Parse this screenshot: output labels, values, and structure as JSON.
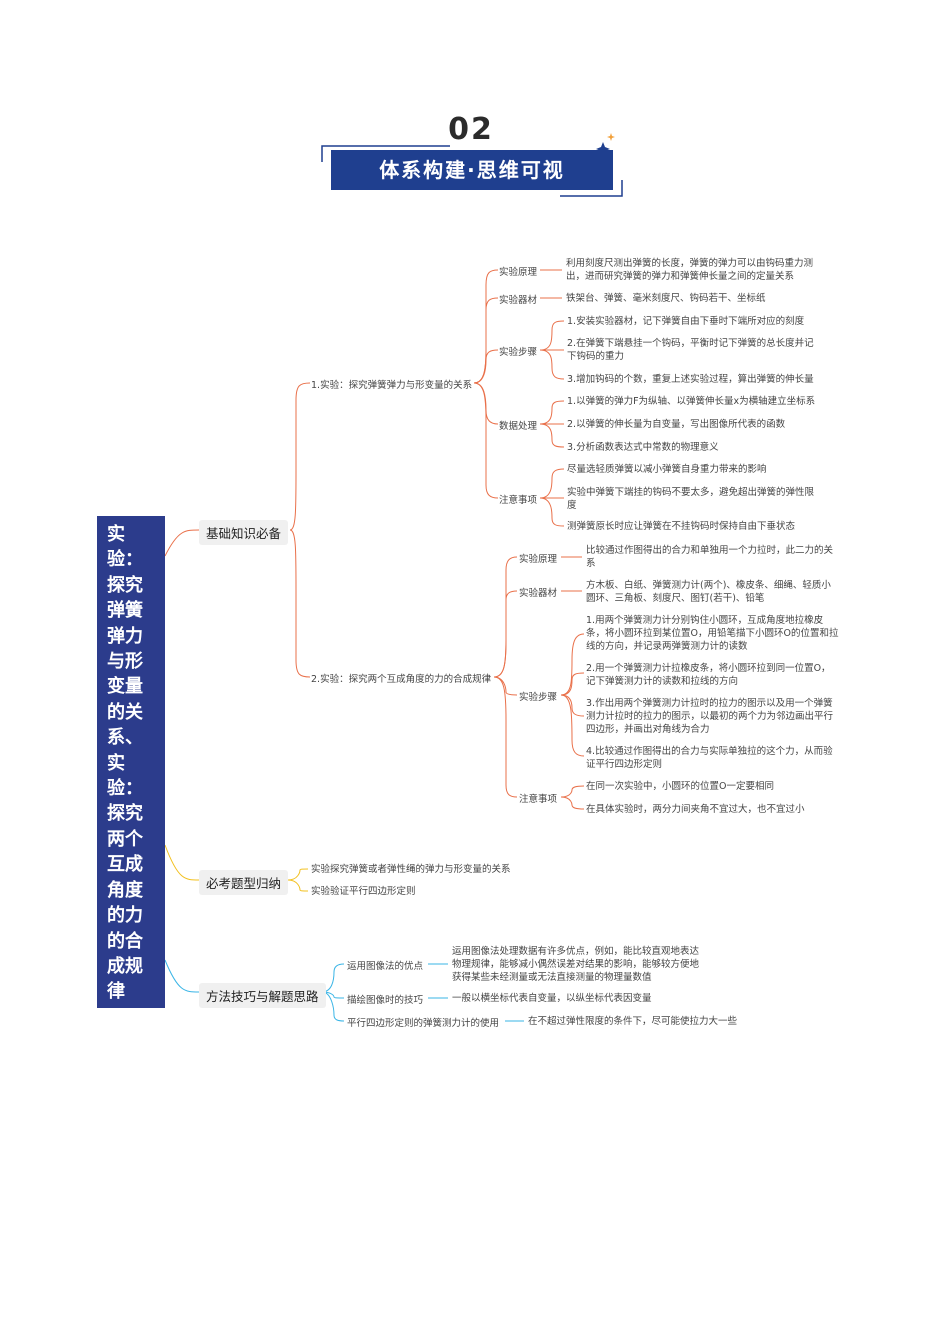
{
  "header": {
    "number": "02",
    "banner": "体系构建·思维可视"
  },
  "root": "实验：探究弹簧弹力与形变量的关系、实验：探究两个互成角度的力的合成规律",
  "colors": {
    "banner_bg": "#1f3f8f",
    "root_bg": "#2c3c8c",
    "branch_orange": "#e9704a",
    "branch_yellow": "#f2c01e",
    "branch_cyan": "#3ab5e6"
  },
  "branches": {
    "basic": {
      "label": "基础知识必备",
      "exp1": {
        "label": "1.实验：探究弹簧弹力与形变量的关系",
        "principle_label": "实验原理",
        "principle": "利用刻度尺测出弹簧的长度，弹簧的弹力可以由钩码重力测出，进而研究弹簧的弹力和弹簧伸长量之间的定量关系",
        "equipment_label": "实验器材",
        "equipment": "铁架台、弹簧、毫米刻度尺、钩码若干、坐标纸",
        "steps_label": "实验步骤",
        "steps": [
          "1.安装实验器材，记下弹簧自由下垂时下端所对应的刻度",
          "2.在弹簧下端悬挂一个钩码，平衡时记下弹簧的总长度并记下钩码的重力",
          "3.增加钩码的个数，重复上述实验过程，算出弹簧的伸长量"
        ],
        "data_label": "数据处理",
        "data": [
          "1.以弹簧的弹力F为纵轴、以弹簧伸长量x为横轴建立坐标系",
          "2.以弹簧的伸长量为自变量，写出图像所代表的函数",
          "3.分析函数表达式中常数的物理意义"
        ],
        "notes_label": "注意事项",
        "notes": [
          "尽量选轻质弹簧以减小弹簧自身重力带来的影响",
          "实验中弹簧下端挂的钩码不要太多，避免超出弹簧的弹性限度",
          "测弹簧原长时应让弹簧在不挂钩码时保持自由下垂状态"
        ]
      },
      "exp2": {
        "label": "2.实验：探究两个互成角度的力的合成规律",
        "principle_label": "实验原理",
        "principle": "比较通过作图得出的合力和单独用一个力拉时，此二力的关系",
        "equipment_label": "实验器材",
        "equipment": "方木板、白纸、弹簧测力计(两个)、橡皮条、细绳、轻质小圆环、三角板、刻度尺、图钉(若干)、铅笔",
        "steps_label": "实验步骤",
        "steps": [
          "1.用两个弹簧测力计分别钩住小圆环，互成角度地拉橡皮条，将小圆环拉到某位置O，用铅笔描下小圆环O的位置和拉线的方向，并记录两弹簧测力计的读数",
          "2.用一个弹簧测力计拉橡皮条，将小圆环拉到同一位置O，记下弹簧测力计的读数和拉线的方向",
          "3.作出用两个弹簧测力计拉时的拉力的图示以及用一个弹簧测力计拉时的拉力的图示，以最初的两个力为邻边画出平行四边形，并画出对角线为合力",
          "4.比较通过作图得出的合力与实际单独拉的这个力，从而验证平行四边形定则"
        ],
        "notes_label": "注意事项",
        "notes": [
          "在同一次实验中，小圆环的位置O一定要相同",
          "在具体实验时，两分力间夹角不宜过大，也不宜过小"
        ]
      }
    },
    "exam": {
      "label": "必考题型归纳",
      "items": [
        "实验探究弹簧或者弹性绳的弹力与形变量的关系",
        "实验验证平行四边形定则"
      ]
    },
    "method": {
      "label": "方法技巧与解题思路",
      "items": [
        {
          "label": "运用图像法的优点",
          "detail": "运用图像法处理数据有许多优点，例如，能比较直观地表达物理规律，能够减小偶然误差对结果的影响，能够较方便地获得某些未经测量或无法直接测量的物理量数值"
        },
        {
          "label": "描绘图像时的技巧",
          "detail": "一般以横坐标代表自变量，以纵坐标代表因变量"
        },
        {
          "label": "平行四边形定则的弹簧测力计的使用",
          "detail": "在不超过弹性限度的条件下，尽可能使拉力大一些"
        }
      ]
    }
  }
}
